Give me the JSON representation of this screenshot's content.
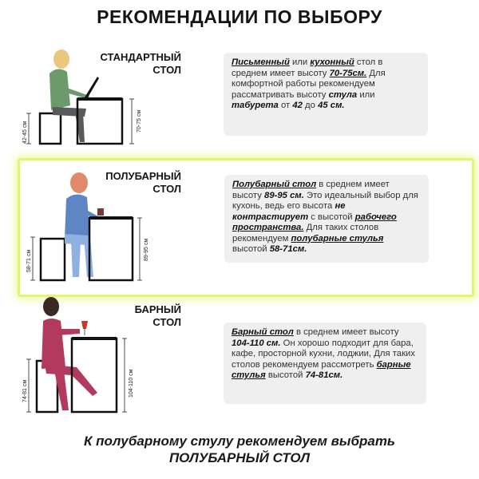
{
  "title": "РЕКОМЕНДАЦИИ ПО ВЫБОРУ",
  "sections": [
    {
      "label_line1": "СТАНДАРТНЫЙ",
      "label_line2": "СТОЛ",
      "seat_height": "42-45 см",
      "table_height": "70-75 см",
      "text": {
        "s1": "Письменный",
        "s2": " или ",
        "s3": "кухонный",
        "s4": " стол в среднем имеет высоту ",
        "s5": "70-75см.",
        "s6": " Для комфортной работы рекомендуем рассматривать высоту ",
        "s7": "стула",
        "s8": " или ",
        "s9": "табурета",
        "s10": " от ",
        "s11": "42",
        "s12": " до ",
        "s13": "45 см."
      }
    },
    {
      "label_line1": "ПОЛУБАРНЫЙ",
      "label_line2": "СТОЛ",
      "seat_height": "58-71 см",
      "table_height": "89-95 см",
      "text": {
        "s1": "Полубарный стол",
        "s2": " в среднем имеет высоту ",
        "s3": "89-95 см.",
        "s4": " Это идеальный выбор для кухонь, ведь его высота ",
        "s5": "не контрастирует",
        "s6": " с высотой ",
        "s7": "рабочего пространства.",
        "s8": " Для таких столов рекомендуем ",
        "s9": "полубарные стулья",
        "s10": " высотой ",
        "s11": "58-71см."
      }
    },
    {
      "label_line1": "БАРНЫЙ",
      "label_line2": "СТОЛ",
      "seat_height": "74-81 см",
      "table_height": "104-110 см",
      "text": {
        "s1": "Барный стол",
        "s2": " в среднем имеет высоту ",
        "s3": "104-110 см.",
        "s4": " Он хорошо подходит для бара, кафе, просторной кухни, лоджии, Для таких столов рекомендуем рассмотреть ",
        "s5": "барные стулья",
        "s6": " высотой ",
        "s7": "74-81см."
      }
    }
  ],
  "footer": {
    "line1": "К полубарному стулу рекомендуем выбрать",
    "line2": "ПОЛУБАРНЫЙ СТОЛ"
  },
  "colors": {
    "highlight_border": "#e3f56a",
    "card_bg": "#efeff0",
    "person1_top": "#6b9a6d",
    "person2_top": "#5f86c4",
    "person3_suit": "#b23a5e"
  }
}
